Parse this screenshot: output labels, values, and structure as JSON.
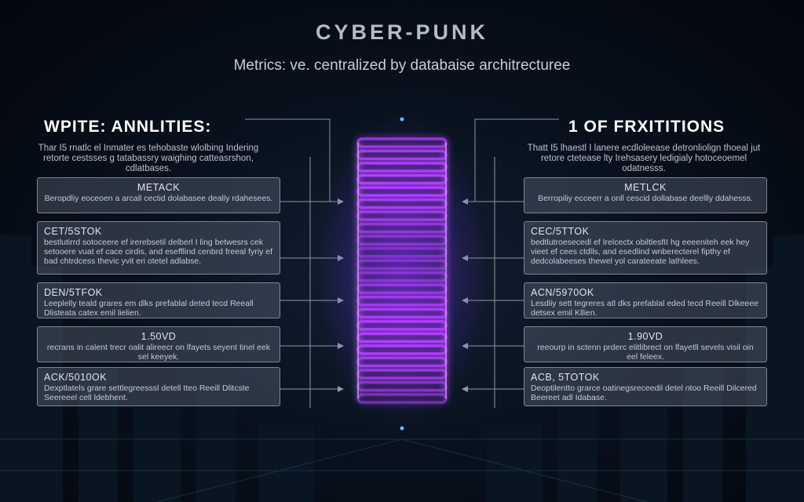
{
  "title": "CYBER-PUNK",
  "subtitle": "Metrics: ve. centralized by databaise architrecturee",
  "left_column": {
    "heading": "WPITE: ANNLITIES:",
    "intro": "Thar I5 rnatlc el Inmater es tehobaste wlolbing Indering retorte cestsses g tatabassry waighing catteasrshon, cdlatbases.",
    "cards": [
      {
        "label": "METACK",
        "body": "Beropdliy eoceoen a arcall cectid dolabasee deally rdahesees."
      },
      {
        "label": "CET/5STOK",
        "body": "bestlutirrd sotoceere ef irerebsetil delberl I ling betwesrs cek setooere vuat ef cace cirdis, and esefflind cenbrd freeal fyriy ef bad chtrdcess thevic yvit eri otetel adlabse."
      },
      {
        "label": "DEN/5TFOK",
        "body": "Leeplelly teald grares em dlks prefablal deted tecd Reeall Dlisteata catex emil lielien."
      },
      {
        "label": "1.50VD",
        "body": "recrans in calent trecr oalit alireecr on lfayets seyent tinel eek sel keeyek."
      },
      {
        "label": "ACK/5010OK",
        "body": "Dexptlatels grare settlegreesssl detell tteo Reeill Dlitcste Seereeel cell ldebhent."
      }
    ]
  },
  "right_column": {
    "heading": "1 OF FRXITITIONS",
    "intro": "Thatt I5 lhaestl I lanere ecdloleease detronliolign thoeal jut retore ctetease lty Irehsasery ledigialy hotoceoemel odatnesss.",
    "cards": [
      {
        "label": "METLCK",
        "body": "Berropiliy ecceerr a onll cescid dollabase deellly ddahesss."
      },
      {
        "label": "CEC/5TTOK",
        "body": "bedtlutroesecedl ef Irelcectx obiltlesfII hg eeeeniteh eek hey vieet ef cees ctdlls, and esedlind wnberecterel fipthy ef dedcolabeeses thewel yol carateeate lathlees."
      },
      {
        "label": "ACN/5970OK",
        "body": "Lesdliy sett tegreres atl dks prefablal eded tecd Reeill Dlkeeee detsex emil Kllien."
      },
      {
        "label": "1.90VD",
        "body": "reeourp in sctenn prderc elitlibrect on lfayetll sevels visil oin eel feleex."
      },
      {
        "label": "ACB, 5TOTOK",
        "body": "Deoptilentto grarce oatinegsreceedil detel ntoo Reeill Dilcered Beereet adl Idabase."
      }
    ]
  },
  "colors": {
    "accent": "#b13cff",
    "axis": "#2a8cff",
    "card_border": "#c0c8d6"
  }
}
